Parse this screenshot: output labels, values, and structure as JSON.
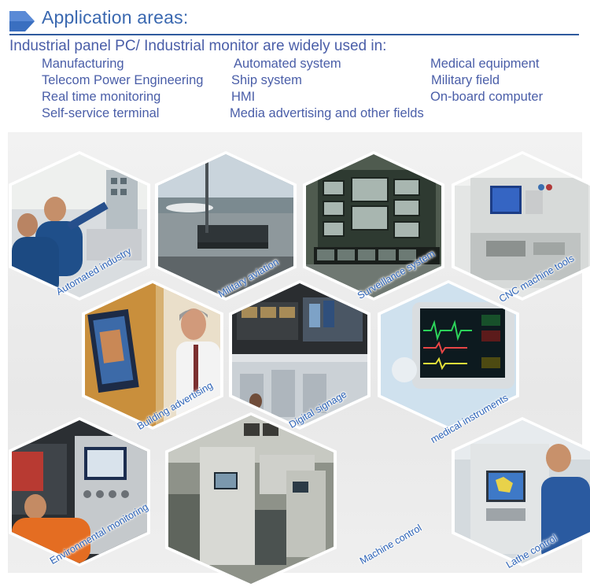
{
  "header": {
    "title": "Application areas:"
  },
  "intro": "Industrial panel PC/ Industrial monitor are widely used in:",
  "fields": [
    "Manufacturing",
    "Automated system",
    "Medical equipment",
    "Telecom Power Engineering",
    "Ship system",
    "Military field",
    "Real time monitoring",
    "HMI",
    "On-board computer",
    "Self-service terminal",
    "Media advertising and other fields"
  ],
  "tiles": [
    {
      "label": "Automated industry"
    },
    {
      "label": "Military aviation"
    },
    {
      "label": "Surveillance system"
    },
    {
      "label": "CNC machine tools"
    },
    {
      "label": "Building advertising"
    },
    {
      "label": "Digital signage"
    },
    {
      "label": "medical instruments"
    },
    {
      "label": "Environmental monitoring"
    },
    {
      "label": "Machine control"
    },
    {
      "label": "Lathe control"
    }
  ],
  "colors": {
    "accent": "#3a68b0",
    "text": "#4a5ea8",
    "label": "#2c63b8"
  }
}
